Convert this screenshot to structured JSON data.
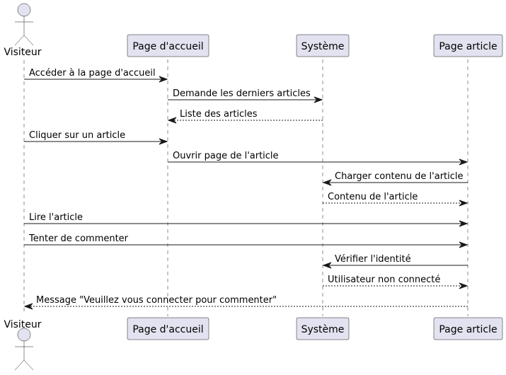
{
  "participants": [
    {
      "id": "visiteur",
      "label": "Visiteur",
      "kind": "actor"
    },
    {
      "id": "accueil",
      "label": "Page d'accueil",
      "kind": "box"
    },
    {
      "id": "systeme",
      "label": "Système",
      "kind": "box"
    },
    {
      "id": "article",
      "label": "Page article",
      "kind": "box"
    }
  ],
  "messages": [
    {
      "from": "visiteur",
      "to": "accueil",
      "label": "Accéder à la page d'accueil",
      "style": "solid"
    },
    {
      "from": "accueil",
      "to": "systeme",
      "label": "Demande les derniers articles",
      "style": "solid"
    },
    {
      "from": "systeme",
      "to": "accueil",
      "label": "Liste des articles",
      "style": "dashed"
    },
    {
      "from": "visiteur",
      "to": "accueil",
      "label": "Cliquer sur un article",
      "style": "solid"
    },
    {
      "from": "accueil",
      "to": "article",
      "label": "Ouvrir page de l'article",
      "style": "solid"
    },
    {
      "from": "article",
      "to": "systeme",
      "label": "Charger contenu de l'article",
      "style": "solid"
    },
    {
      "from": "systeme",
      "to": "article",
      "label": "Contenu de l'article",
      "style": "dashed"
    },
    {
      "from": "visiteur",
      "to": "article",
      "label": "Lire l'article",
      "style": "solid"
    },
    {
      "from": "visiteur",
      "to": "article",
      "label": "Tenter de commenter",
      "style": "solid"
    },
    {
      "from": "article",
      "to": "systeme",
      "label": "Vérifier l'identité",
      "style": "solid"
    },
    {
      "from": "systeme",
      "to": "article",
      "label": "Utilisateur non connecté",
      "style": "dashed"
    },
    {
      "from": "article",
      "to": "visiteur",
      "label": "Message \"Veuillez vous connecter pour commenter\"",
      "style": "dashed"
    }
  ],
  "colors": {
    "participant_fill": "#e2e2f0",
    "line": "#181818",
    "background": "#ffffff"
  }
}
